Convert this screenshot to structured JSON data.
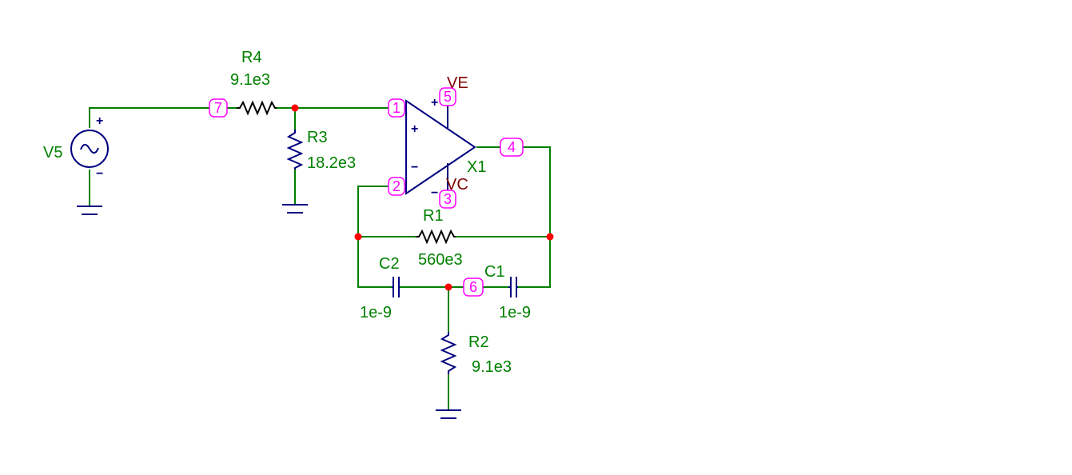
{
  "components": {
    "V5": {
      "name": "V5"
    },
    "R4": {
      "name": "R4",
      "value": "9.1e3"
    },
    "R3": {
      "name": "R3",
      "value": "18.2e3"
    },
    "R1": {
      "name": "R1",
      "value": "560e3"
    },
    "R2": {
      "name": "R2",
      "value": "9.1e3"
    },
    "C1": {
      "name": "C1",
      "value": "1e-9"
    },
    "C2": {
      "name": "C2",
      "value": "1e-9"
    },
    "X1": {
      "name": "X1",
      "pin_ve": "VE",
      "pin_vc": "VC"
    }
  },
  "nodes": [
    "7",
    "1",
    "2",
    "5",
    "3",
    "4",
    "6"
  ],
  "signs": {
    "plus": "+",
    "minus": "−"
  },
  "colors": {
    "wire": "#008000",
    "component": "#000080",
    "node_marker": "#ff00ff",
    "junction": "#ff0000",
    "pin_label": "#800000",
    "label": "#008000"
  }
}
